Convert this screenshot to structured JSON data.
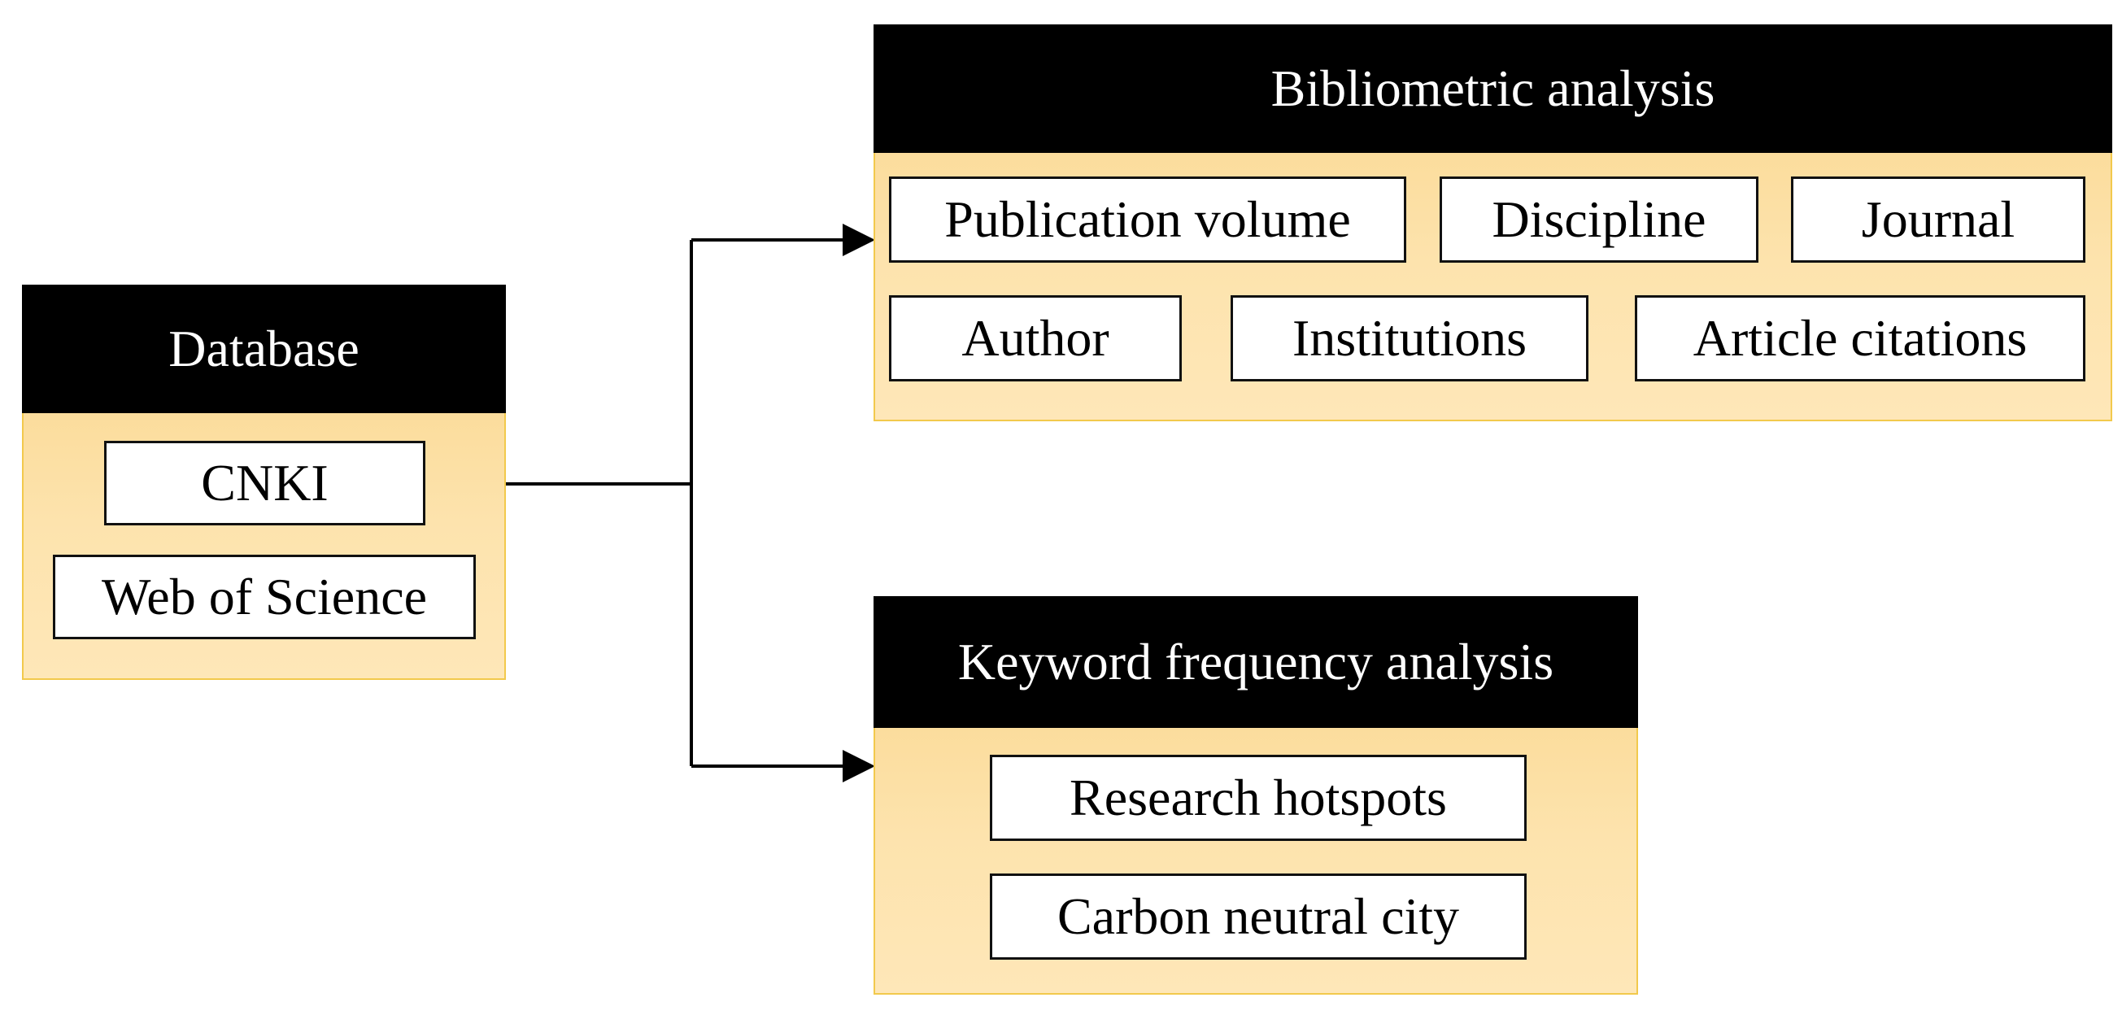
{
  "database": {
    "title": "Database",
    "items": [
      "CNKI",
      "Web of Science"
    ]
  },
  "bibliometric": {
    "title": "Bibliometric analysis",
    "items": [
      "Publication volume",
      "Discipline",
      "Journal",
      "Author",
      "Institutions",
      "Article citations"
    ]
  },
  "keyword": {
    "title": "Keyword frequency analysis",
    "items": [
      "Research hotspots",
      "Carbon neutral city"
    ]
  },
  "colors": {
    "header": "#000000",
    "panel_fill": "#fde3ad",
    "panel_border": "#f2c94c",
    "box_fill": "#ffffff",
    "connector": "#000000"
  }
}
